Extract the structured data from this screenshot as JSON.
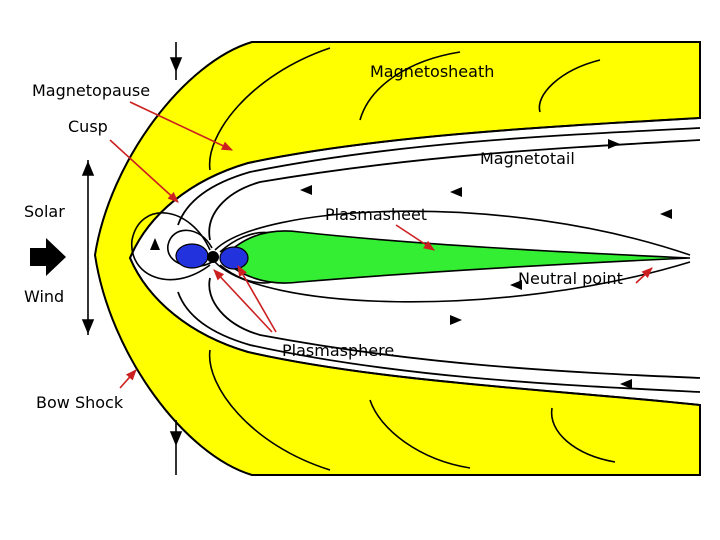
{
  "labels": {
    "magnetosheath": "Magnetosheath",
    "magnetopause": "Magnetopause",
    "cusp": "Cusp",
    "magnetotail": "Magnetotail",
    "solar": "Solar",
    "wind": "Wind",
    "plasmasheet": "Plasmasheet",
    "neutral_point": "Neutral point",
    "plasmasphere": "Plasmasphere",
    "bow_shock": "Bow Shock"
  },
  "colors": {
    "magnetosheath": "#ffff00",
    "plasmasheet": "#33ee33",
    "plasmasphere": "#2233dd",
    "pointer_arrows": "#cc2020",
    "field_lines": "#000000",
    "background": "#ffffff"
  }
}
